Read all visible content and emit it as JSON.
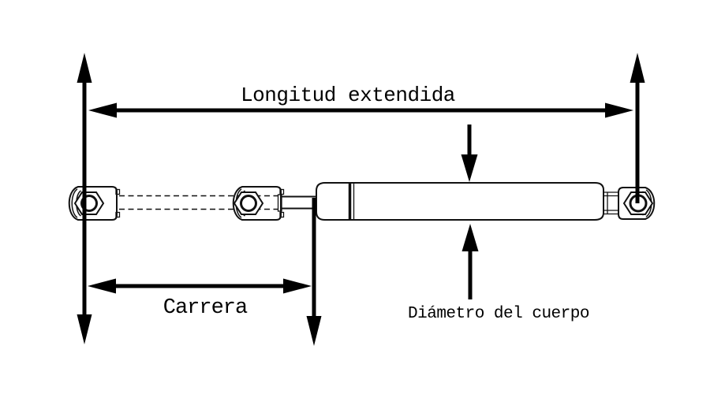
{
  "colors": {
    "line-color": "#000000",
    "draw-color": "#111111",
    "bg-color": "#ffffff"
  },
  "labels": {
    "extended_length": "Longitud extendida",
    "stroke": "Carrera",
    "body_diameter": "Diámetro del cuerpo"
  }
}
